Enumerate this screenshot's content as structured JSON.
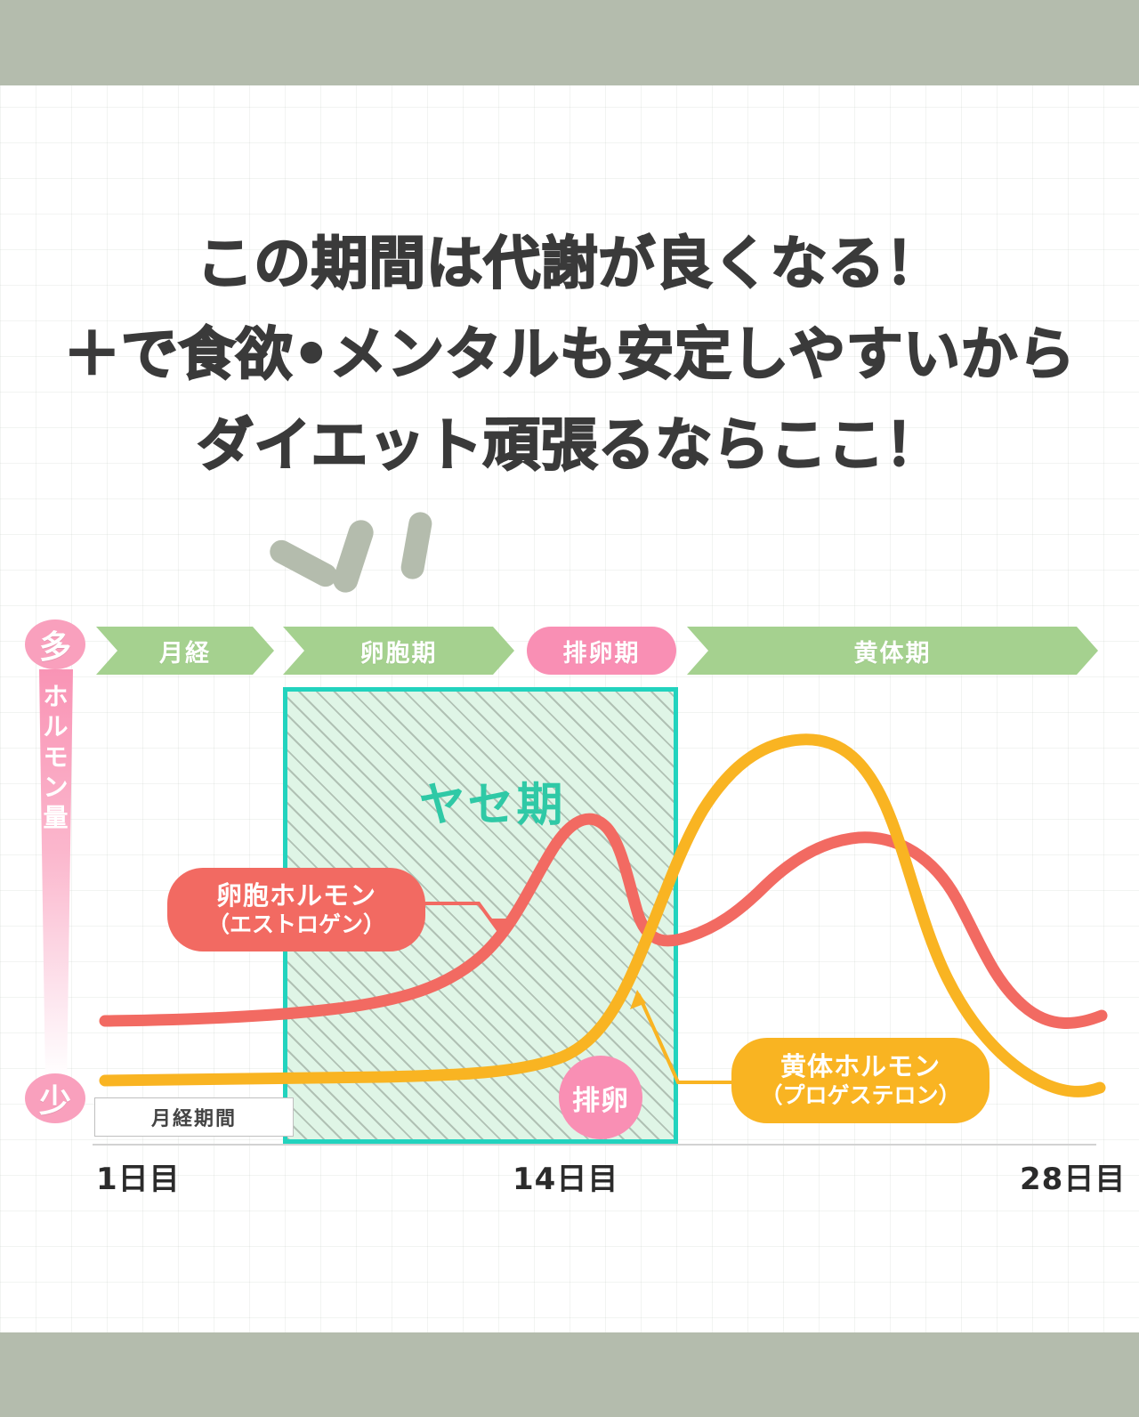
{
  "headline": {
    "line1": "この期間は代謝が良くなる！",
    "line2": "＋で食欲•メンタルも安定しやすいから",
    "line3": "ダイエット頑張るならここ！"
  },
  "colors": {
    "band": "#b4bcad",
    "estrogen": "#f26a62",
    "progesterone": "#f9b422",
    "highlight_border": "#22d3be",
    "highlight_fill": "#dff5e6",
    "phase_green": "#a5d18f",
    "phase_pink": "#f98fb4",
    "axis_pink": "#f9a0bd",
    "yase_text": "#2fc9a6"
  },
  "axis": {
    "high_label": "多",
    "low_label": "少",
    "vertical_label": "ホルモン量"
  },
  "phases": [
    {
      "label": "月経",
      "shape": "arrow",
      "color": "green"
    },
    {
      "label": "卵胞期",
      "shape": "arrow",
      "color": "green"
    },
    {
      "label": "排卵期",
      "shape": "pill",
      "color": "pink"
    },
    {
      "label": "黄体期",
      "shape": "arrow",
      "color": "green"
    }
  ],
  "highlight": {
    "label": "ヤセ期"
  },
  "ovulation": {
    "label": "排卵"
  },
  "menstrual_box": {
    "label": "月経期間"
  },
  "day_labels": {
    "first": "1日目",
    "mid": "14日目",
    "last": "28日目"
  },
  "series_labels": {
    "estrogen_line1": "卵胞ホルモン",
    "estrogen_line2": "（エストロゲン）",
    "progesterone_line1": "黄体ホルモン",
    "progesterone_line2": "（プロゲステロン）"
  },
  "chart_data": {
    "type": "line",
    "title": "月経周期とホルモン量",
    "xlabel": "日目",
    "ylabel": "ホルモン量",
    "x": [
      1,
      14,
      28
    ],
    "xlim": [
      1,
      28
    ],
    "ylim": [
      0,
      100
    ],
    "grid": false,
    "legend_position": "inline-callouts",
    "annotations": [
      {
        "text": "ヤセ期",
        "x_range": [
          6,
          17
        ]
      },
      {
        "text": "排卵",
        "x": 14
      },
      {
        "text": "月経期間",
        "x_range": [
          1,
          6
        ]
      }
    ],
    "series": [
      {
        "name": "卵胞ホルモン（エストロゲン）",
        "color": "#f26a62",
        "points": [
          {
            "day": 1,
            "value": 26
          },
          {
            "day": 4,
            "value": 26
          },
          {
            "day": 7,
            "value": 28
          },
          {
            "day": 10,
            "value": 38
          },
          {
            "day": 12,
            "value": 60
          },
          {
            "day": 14,
            "value": 78
          },
          {
            "day": 16,
            "value": 55
          },
          {
            "day": 17,
            "value": 44
          },
          {
            "day": 19,
            "value": 46
          },
          {
            "day": 21,
            "value": 62
          },
          {
            "day": 23,
            "value": 68
          },
          {
            "day": 25,
            "value": 60
          },
          {
            "day": 28,
            "value": 26
          }
        ]
      },
      {
        "name": "黄体ホルモン（プロゲステロン）",
        "color": "#f9b422",
        "points": [
          {
            "day": 1,
            "value": 13
          },
          {
            "day": 6,
            "value": 13
          },
          {
            "day": 10,
            "value": 14
          },
          {
            "day": 13,
            "value": 22
          },
          {
            "day": 15,
            "value": 45
          },
          {
            "day": 17,
            "value": 72
          },
          {
            "day": 19,
            "value": 86
          },
          {
            "day": 21,
            "value": 89
          },
          {
            "day": 23,
            "value": 82
          },
          {
            "day": 25,
            "value": 58
          },
          {
            "day": 28,
            "value": 12
          }
        ]
      }
    ]
  }
}
